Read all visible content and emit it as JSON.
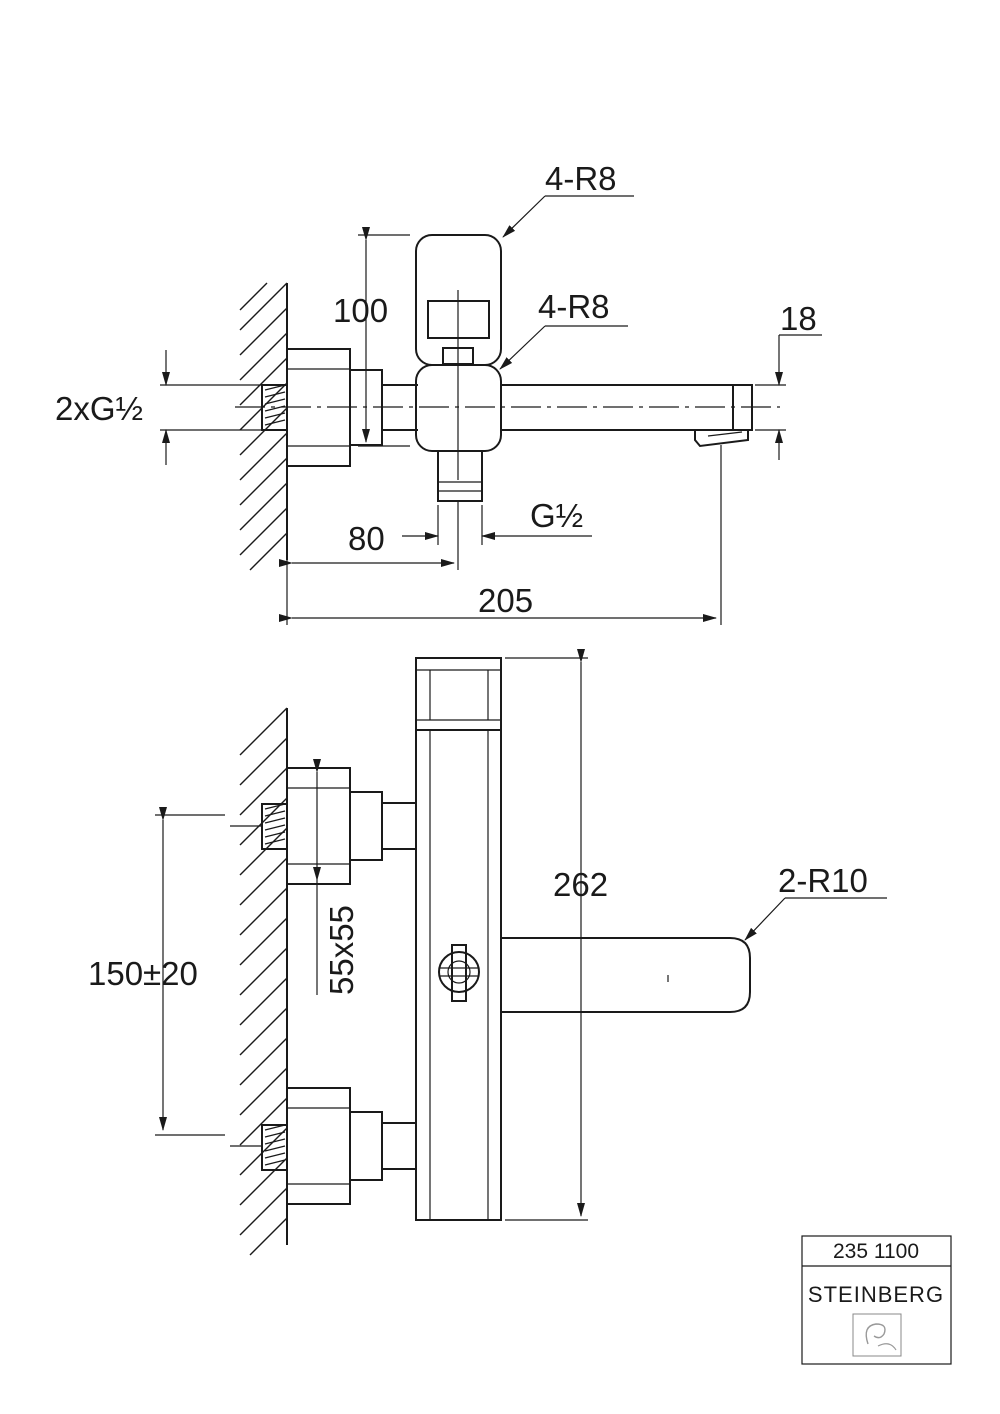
{
  "top_view": {
    "radius_upper": "4-R8",
    "radius_lower": "4-R8",
    "height_dim": "100",
    "spout_dim": "18",
    "inlet_threads": "2xG½",
    "outlet_thread": "G½",
    "inlet_offset": "80",
    "overall_depth": "205"
  },
  "front_view": {
    "lever_radius": "2-R10",
    "body_height": "262",
    "connector_size": "55x55",
    "inlet_spacing": "150±20"
  },
  "title_block": {
    "article_number": "235 1100",
    "brand": "STEINBERG"
  }
}
